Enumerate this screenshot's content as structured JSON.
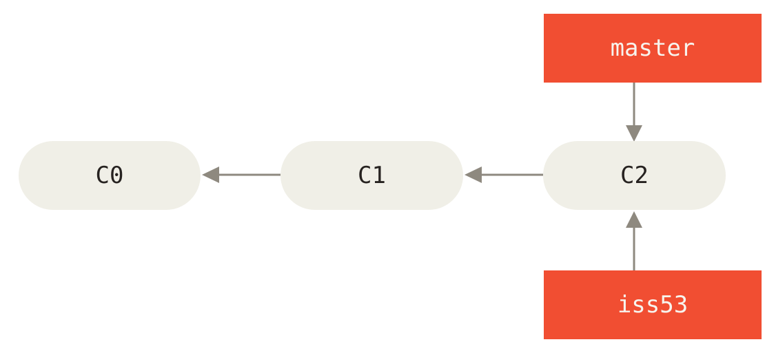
{
  "diagram": {
    "kind": "git-commit-graph",
    "colors": {
      "background": "#ffffff",
      "commit_fill": "#f0efe7",
      "commit_text": "#262220",
      "branch_fill": "#f14e32",
      "branch_text": "#f7f4ee",
      "arrow": "#8e897f"
    },
    "commits": [
      {
        "label": "C0"
      },
      {
        "label": "C1"
      },
      {
        "label": "C2"
      }
    ],
    "branches": [
      {
        "label": "master",
        "points_to": "C2",
        "position": "top"
      },
      {
        "label": "iss53",
        "points_to": "C2",
        "position": "bottom"
      }
    ],
    "edges": [
      {
        "from": "C1",
        "to": "C0",
        "direction": "left"
      },
      {
        "from": "C2",
        "to": "C1",
        "direction": "left"
      },
      {
        "from": "master",
        "to": "C2",
        "direction": "down"
      },
      {
        "from": "iss53",
        "to": "C2",
        "direction": "up"
      }
    ]
  }
}
